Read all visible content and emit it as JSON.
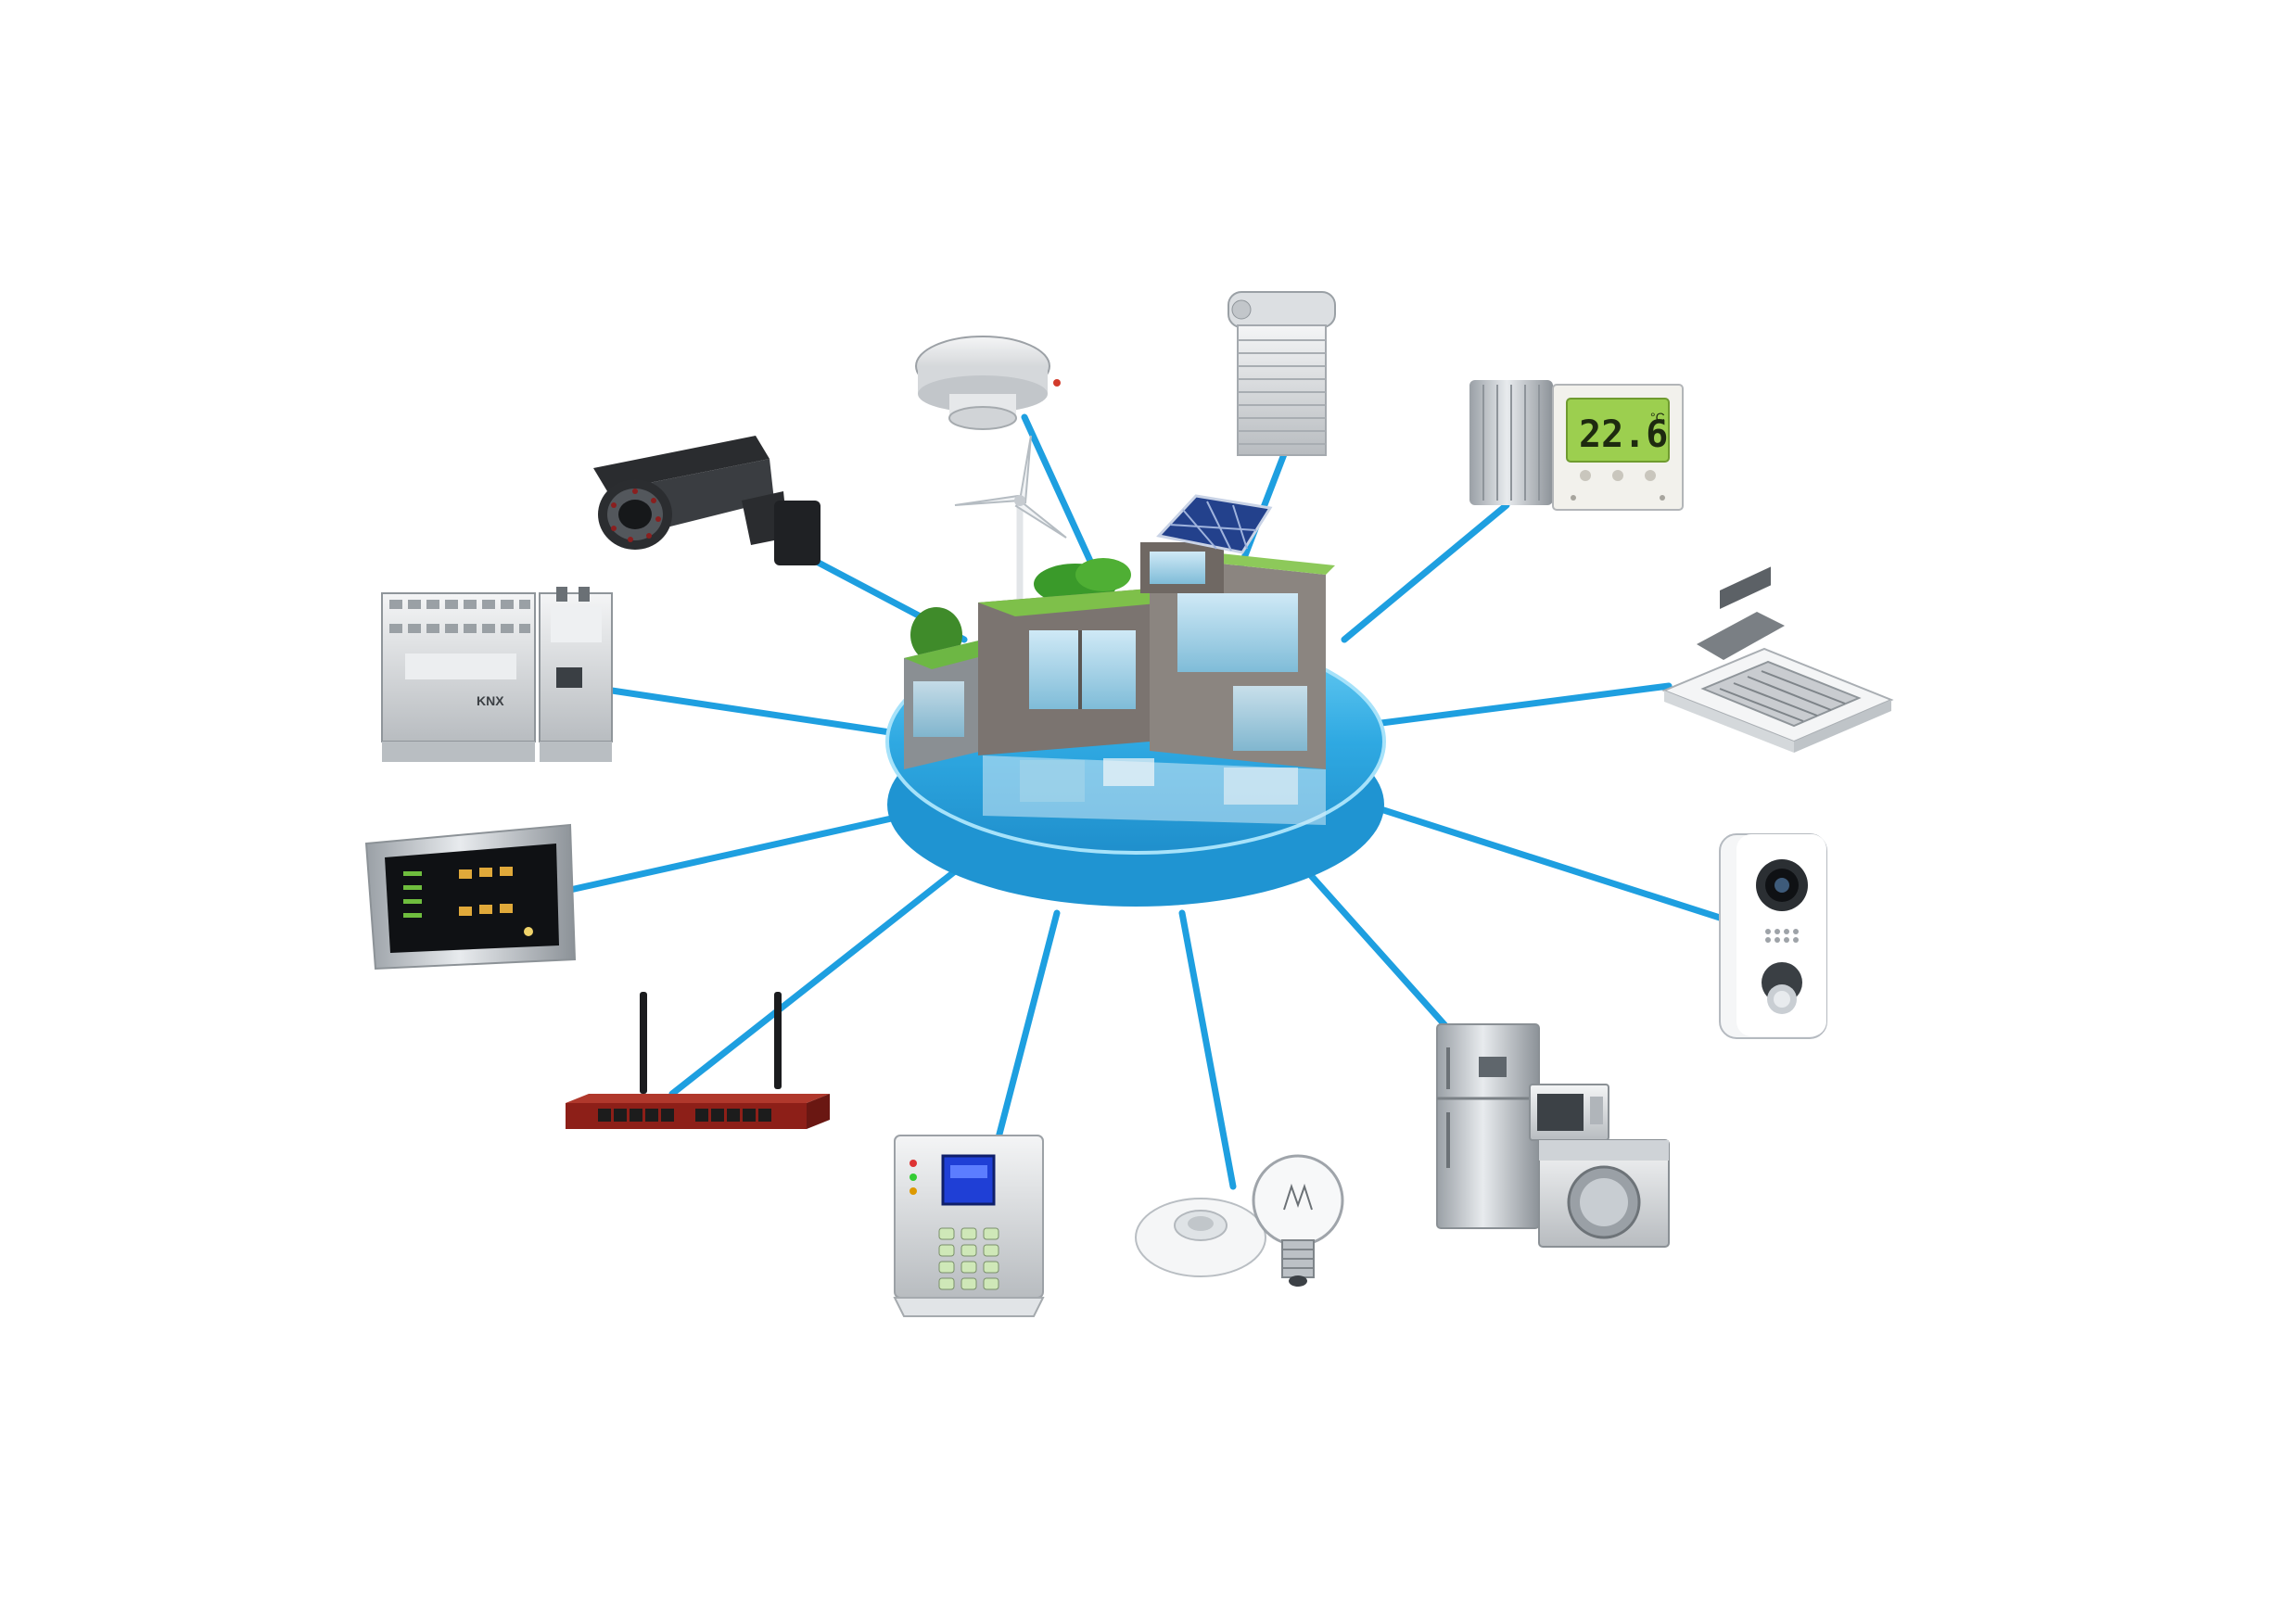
{
  "colors": {
    "background": "#ffffff",
    "connector": "#1e9fe0",
    "hub_water": "#35b2e8",
    "lcd_green": "#9ccf4f",
    "alarm_screen": "#1f3fd6",
    "router_red": "#8d1f18"
  },
  "hub": {
    "icon": "smart-house-icon"
  },
  "devices": [
    {
      "id": "smoke-detector",
      "icon": "smoke-detector-icon"
    },
    {
      "id": "roller-shutter",
      "icon": "roller-shutter-icon"
    },
    {
      "id": "radiator-thermostat",
      "icon": "thermostat-icon"
    },
    {
      "id": "ceiling-ac",
      "icon": "air-conditioner-icon"
    },
    {
      "id": "video-doorbell",
      "icon": "doorbell-icon"
    },
    {
      "id": "appliances",
      "icon": "appliances-icon"
    },
    {
      "id": "light-sensor-bulb",
      "icon": "light-bulb-icon"
    },
    {
      "id": "alarm-keypad",
      "icon": "alarm-panel-icon"
    },
    {
      "id": "router",
      "icon": "router-icon"
    },
    {
      "id": "touch-panel",
      "icon": "touch-panel-icon"
    },
    {
      "id": "knx-modules",
      "icon": "din-rail-module-icon"
    },
    {
      "id": "cctv-camera",
      "icon": "security-camera-icon"
    }
  ],
  "thermostat": {
    "reading": "22.6",
    "unit": "°C"
  },
  "knx": {
    "logo": "KNX"
  }
}
